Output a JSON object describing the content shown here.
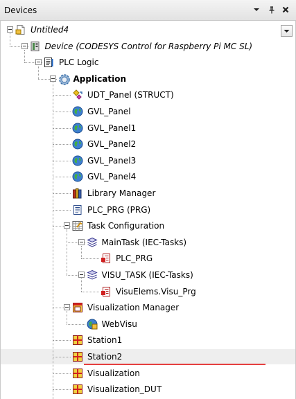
{
  "panel": {
    "title": "Devices"
  },
  "colors": {
    "selection": "#eeeeee",
    "underline": "#e53f3f"
  },
  "tree": [
    {
      "label": "Untitled4",
      "icon": "project-icon",
      "level": 0,
      "expander": true,
      "style": "italic"
    },
    {
      "label": "Device (CODESYS Control for Raspberry Pi MC SL)",
      "icon": "device-icon",
      "level": 1,
      "expander": true,
      "style": "italic"
    },
    {
      "label": "PLC Logic",
      "icon": "plc-logic-icon",
      "level": 2,
      "expander": true,
      "style": "normal"
    },
    {
      "label": "Application",
      "icon": "application-gear-icon",
      "level": 3,
      "expander": true,
      "style": "bold"
    },
    {
      "label": "UDT_Panel (STRUCT)",
      "icon": "struct-icon",
      "level": 4,
      "expander": false,
      "style": "normal"
    },
    {
      "label": "GVL_Panel",
      "icon": "globe-icon",
      "level": 4,
      "expander": false,
      "style": "normal"
    },
    {
      "label": "GVL_Panel1",
      "icon": "globe-icon",
      "level": 4,
      "expander": false,
      "style": "normal"
    },
    {
      "label": "GVL_Panel2",
      "icon": "globe-icon",
      "level": 4,
      "expander": false,
      "style": "normal"
    },
    {
      "label": "GVL_Panel3",
      "icon": "globe-icon",
      "level": 4,
      "expander": false,
      "style": "normal"
    },
    {
      "label": "GVL_Panel4",
      "icon": "globe-icon",
      "level": 4,
      "expander": false,
      "style": "normal"
    },
    {
      "label": "Library Manager",
      "icon": "library-books-icon",
      "level": 4,
      "expander": false,
      "style": "normal"
    },
    {
      "label": "PLC_PRG (PRG)",
      "icon": "program-document-icon",
      "level": 4,
      "expander": false,
      "style": "normal"
    },
    {
      "label": "Task Configuration",
      "icon": "task-configuration-icon",
      "level": 4,
      "expander": true,
      "style": "normal"
    },
    {
      "label": "MainTask (IEC-Tasks)",
      "icon": "task-stack-icon",
      "level": 5,
      "expander": true,
      "style": "normal"
    },
    {
      "label": "PLC_PRG",
      "icon": "program-call-icon",
      "level": 6,
      "expander": false,
      "style": "normal"
    },
    {
      "label": "VISU_TASK (IEC-Tasks)",
      "icon": "task-stack-icon",
      "level": 5,
      "expander": true,
      "style": "normal"
    },
    {
      "label": "VisuElems.Visu_Prg",
      "icon": "program-call-icon",
      "level": 6,
      "expander": false,
      "style": "normal"
    },
    {
      "label": "Visualization Manager",
      "icon": "visualization-manager-icon",
      "level": 4,
      "expander": true,
      "style": "normal"
    },
    {
      "label": "WebVisu",
      "icon": "webvisu-icon",
      "level": 5,
      "expander": false,
      "style": "normal"
    },
    {
      "label": "Station1",
      "icon": "visualization-icon",
      "level": 4,
      "expander": false,
      "style": "normal"
    },
    {
      "label": "Station2",
      "icon": "visualization-icon",
      "level": 4,
      "expander": false,
      "style": "normal",
      "selected": true
    },
    {
      "label": "Visualization",
      "icon": "visualization-icon",
      "level": 4,
      "expander": false,
      "style": "normal"
    },
    {
      "label": "Visualization_DUT",
      "icon": "visualization-icon",
      "level": 4,
      "expander": false,
      "style": "normal"
    }
  ]
}
